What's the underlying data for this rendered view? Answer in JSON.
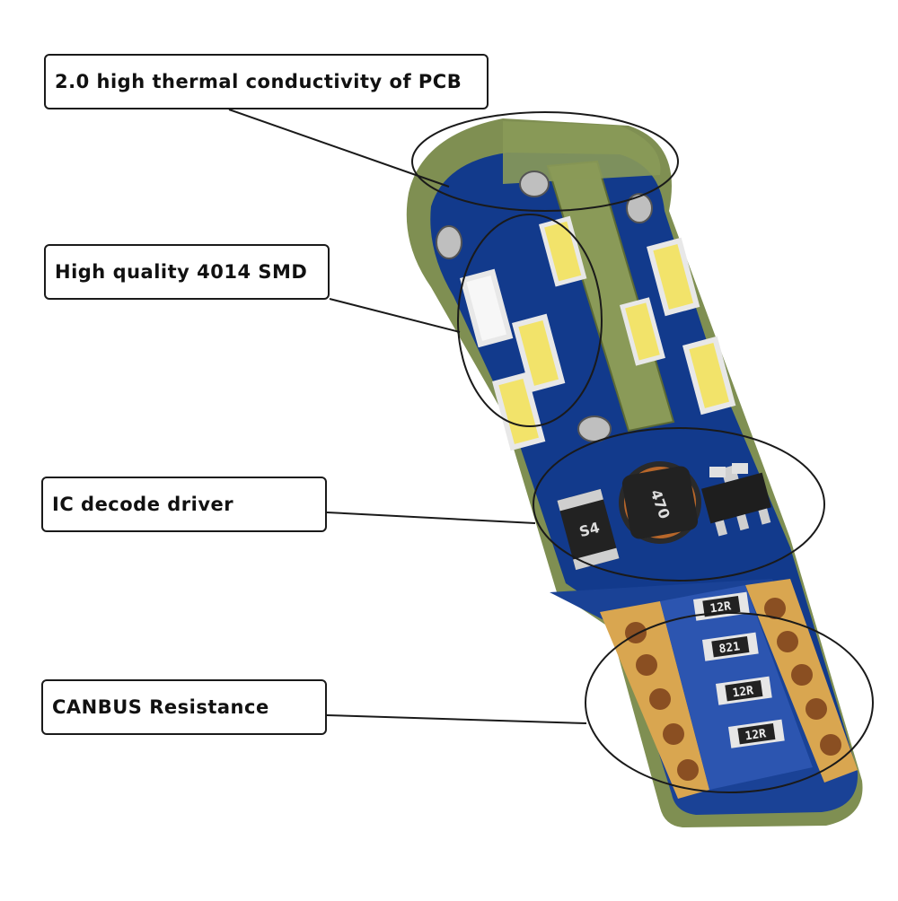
{
  "callouts": {
    "pcb": "2.0 high thermal conductivity of PCB",
    "smd": "High quality 4014 SMD",
    "ic": "IC decode driver",
    "canbus": "CANBUS Resistance"
  },
  "components": {
    "inductor_marking": "470",
    "diode_marking": "S4",
    "resistor_markings": [
      "12R",
      "821",
      "12R",
      "12R"
    ]
  },
  "colors": {
    "pcb_blue": "#123a8c",
    "pcb_edge": "#8a9a58",
    "gold_pad": "#d9a650",
    "led_yellow": "#f2e36a",
    "outline": "#1a1a1a"
  },
  "icons": [
    "led-bulb-photo",
    "callout-ellipse",
    "leader-line"
  ]
}
